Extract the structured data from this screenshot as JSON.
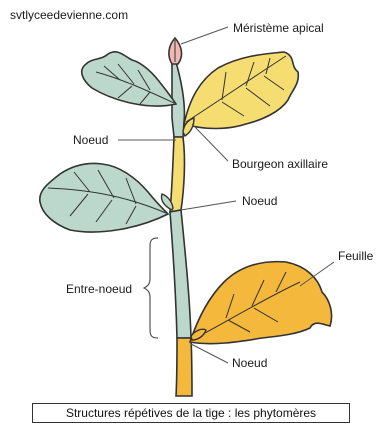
{
  "source": "svtlyceedevienne.com",
  "labels": {
    "apical_meristem": "Méristème apical",
    "node_1": "Noeud",
    "axillary_bud": "Bourgeon axillaire",
    "node_2": "Noeud",
    "leaf": "Feuille",
    "internode": "Entre-noeud",
    "node_3": "Noeud"
  },
  "caption": "Structures répétives de la tige : les phytomères",
  "colors": {
    "phytomer_green": "#bcd8cc",
    "phytomer_yellow": "#f6dd72",
    "phytomer_orange": "#f3b83c",
    "bud": "#f2b9b3"
  }
}
